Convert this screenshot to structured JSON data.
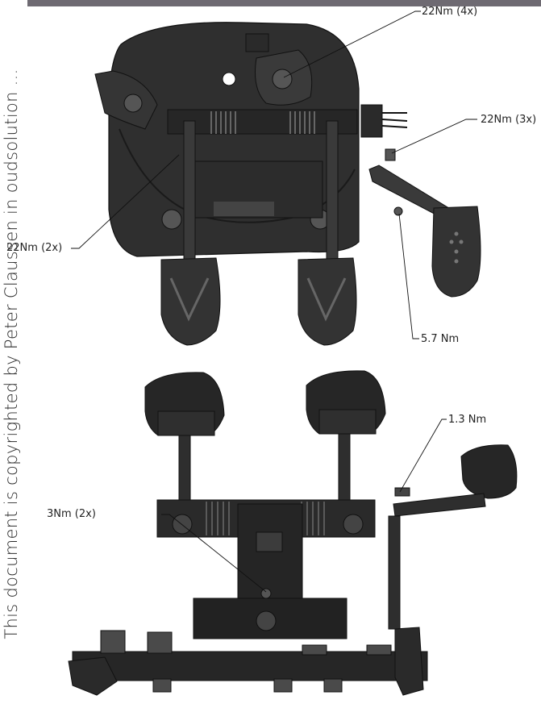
{
  "watermark": "This document is copyrighted by Peter Claussen in oudsolution ...",
  "callouts": {
    "top_bolt": "22Nm (4x)",
    "right_bolt": "22Nm (3x)",
    "left_bolt": "22Nm (2x)",
    "pedal_pivot": "5.7 Nm",
    "throttle_stop": "1.3 Nm",
    "spring_bolt": "3Nm (2x)"
  },
  "colors": {
    "part_dark": "#2b2b2b",
    "part_mid": "#3c3c3c",
    "part_light": "#555555",
    "line": "#111111"
  }
}
